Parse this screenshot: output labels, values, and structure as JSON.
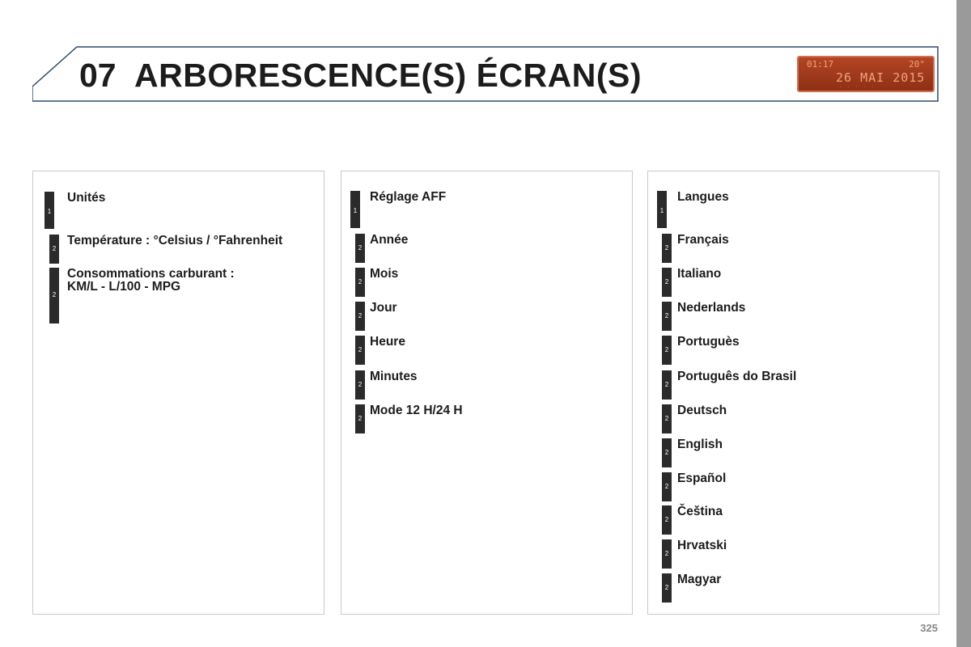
{
  "header": {
    "chapter_number": "07",
    "title": "ARBORESCENCE(S) ÉCRAN(S)"
  },
  "lcd_display": {
    "time": "01:17",
    "temperature": "20°",
    "date": "26 MAI 2015",
    "background_color": "#a13a1c",
    "text_color": "#f3a27c"
  },
  "panels": [
    {
      "items": [
        {
          "level": "1",
          "label": "Unités"
        },
        {
          "level": "2",
          "label": "Température : °Celsius / °Fahrenheit"
        },
        {
          "level": "2",
          "label_lines": [
            "Consommations carburant :",
            "KM/L - L/100 - MPG"
          ]
        }
      ]
    },
    {
      "items": [
        {
          "level": "1",
          "label": "Réglage AFF"
        },
        {
          "level": "2",
          "label": "Année"
        },
        {
          "level": "2",
          "label": "Mois"
        },
        {
          "level": "2",
          "label": "Jour"
        },
        {
          "level": "2",
          "label": "Heure"
        },
        {
          "level": "2",
          "label": "Minutes"
        },
        {
          "level": "2",
          "label": "Mode 12 H/24 H"
        }
      ]
    },
    {
      "items": [
        {
          "level": "1",
          "label": "Langues"
        },
        {
          "level": "2",
          "label": "Français"
        },
        {
          "level": "2",
          "label": "Italiano"
        },
        {
          "level": "2",
          "label": "Nederlands"
        },
        {
          "level": "2",
          "label": "Portuguès"
        },
        {
          "level": "2",
          "label": "Português do Brasil"
        },
        {
          "level": "2",
          "label": "Deutsch"
        },
        {
          "level": "2",
          "label": "English"
        },
        {
          "level": "2",
          "label": "Español"
        },
        {
          "level": "2",
          "label": "Čeština"
        },
        {
          "level": "2",
          "label": "Hrvatski"
        },
        {
          "level": "2",
          "label": "Magyar"
        }
      ]
    }
  ],
  "footer": {
    "page_number": "325"
  }
}
